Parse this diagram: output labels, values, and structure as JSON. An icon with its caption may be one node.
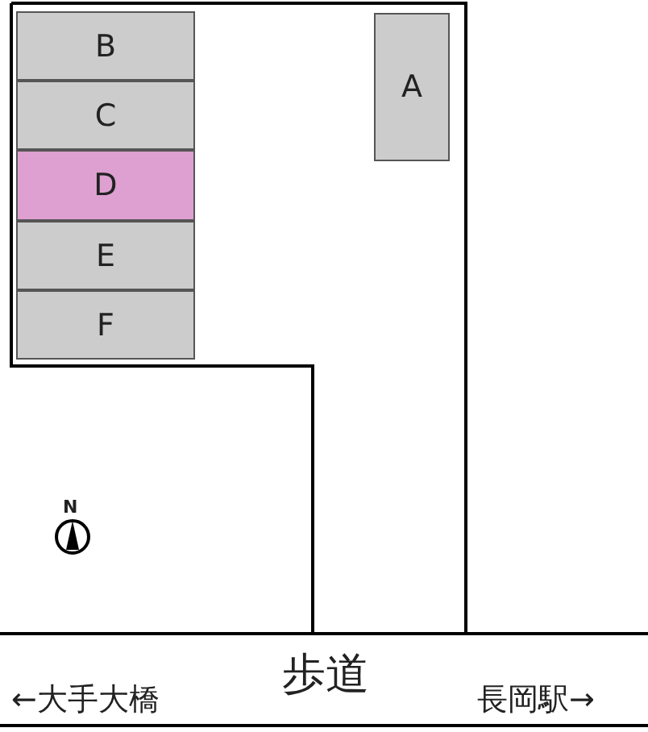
{
  "diagram": {
    "nodes": [
      {
        "text": [
          "B"
        ]
      },
      {
        "text": [
          "C"
        ]
      },
      {
        "text": [
          "D"
        ]
      },
      {
        "text": [
          "E"
        ]
      },
      {
        "text": [
          "F"
        ]
      },
      {
        "text": [
          "A"
        ]
      }
    ],
    "labels": [
      "N",
      "歩道",
      "←大手大橋",
      "長岡駅→"
    ]
  }
}
